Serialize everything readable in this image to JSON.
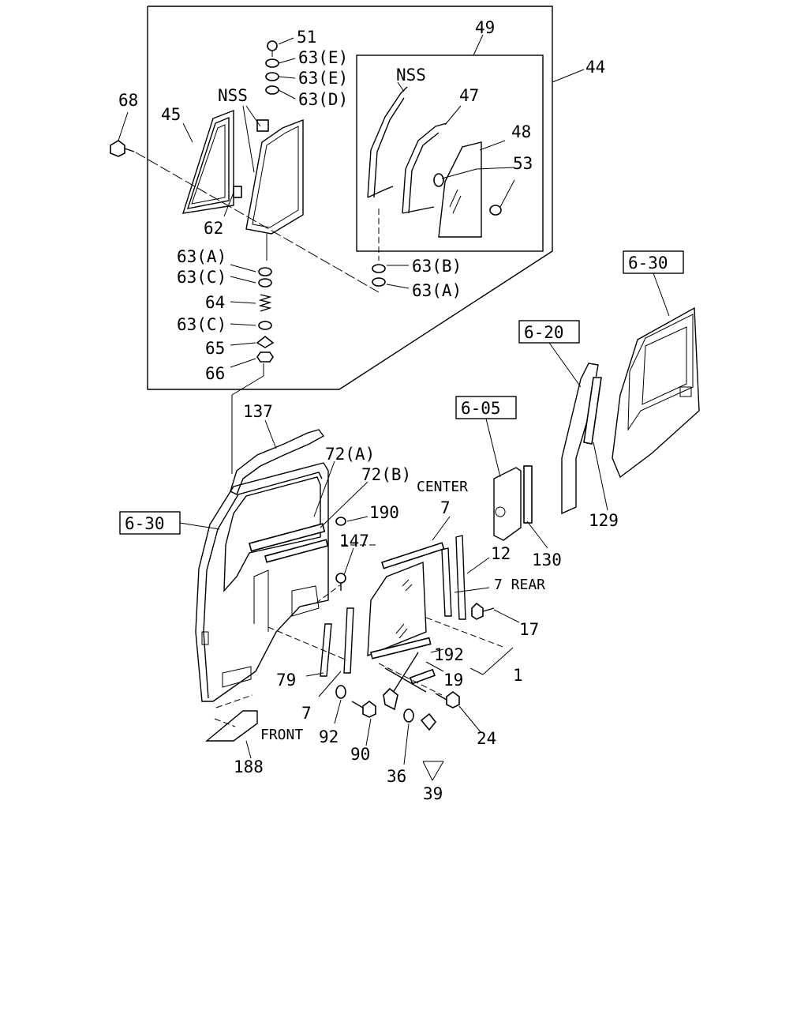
{
  "inset_labels": {
    "l51": "51",
    "l63e_1": "63(E)",
    "l63e_2": "63(E)",
    "l63d": "63(D)",
    "l68": "68",
    "l45": "45",
    "nss_left": "NSS",
    "l62": "62",
    "l63a_left": "63(A)",
    "l63c_1": "63(C)",
    "l64": "64",
    "l63c_2": "63(C)",
    "l65": "65",
    "l66": "66",
    "l49": "49",
    "l44": "44",
    "nss_right": "NSS",
    "l47": "47",
    "l48": "48",
    "l53": "53",
    "l63b": "63(B)",
    "l63a_right": "63(A)"
  },
  "main_labels": {
    "l137": "137",
    "l72a": "72(A)",
    "l72b": "72(B)",
    "l190": "190",
    "l147": "147",
    "l_center": "CENTER",
    "l7_center": "7",
    "l12": "12",
    "l7_rear": "7 REAR",
    "l17": "17",
    "l192": "192",
    "l1": "1",
    "l19": "19",
    "l79": "79",
    "l7_front": "7",
    "l_front": "FRONT",
    "l92": "92",
    "l90": "90",
    "l36": "36",
    "l24": "24",
    "l39": "39",
    "l188": "188",
    "l130": "130",
    "l129": "129"
  },
  "reference_boxes": {
    "ref_630_left": "6-30",
    "ref_605": "6-05",
    "ref_620": "6-20",
    "ref_630_right": "6-30"
  }
}
